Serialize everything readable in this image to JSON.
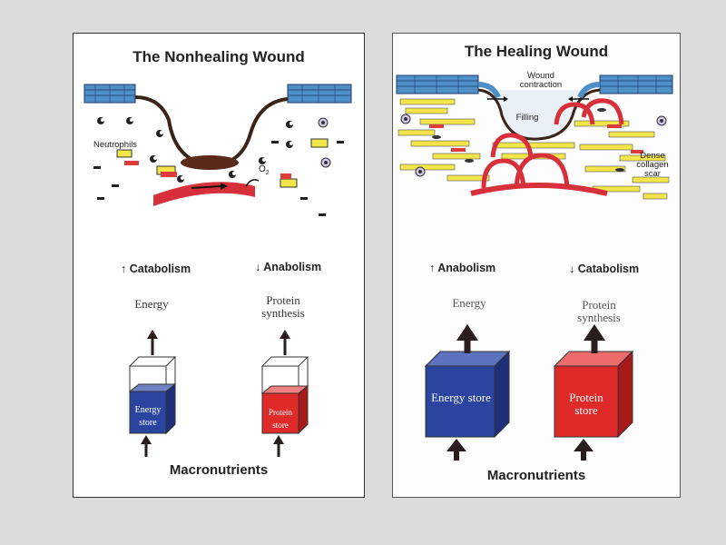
{
  "left": {
    "title": "The Nonhealing Wound",
    "neutrophils_label": "Neutrophils",
    "o2_label": "O",
    "o2_sub": "2",
    "catabolism_label": "Catabolism",
    "anabolism_label": "Anabolism",
    "catabolism_arrow": "↑",
    "anabolism_arrow": "↓",
    "energy_label": "Energy",
    "protein_label": "Protein synthesis",
    "energy_box": "Energy store",
    "protein_box": "Protein store",
    "macronutrients": "Macronutrients"
  },
  "right": {
    "title": "The Healing Wound",
    "wound_contraction": "Wound contraction",
    "filling": "Filling",
    "dense_scar": "Dense collagen scar",
    "anabolism_label": "Anabolism",
    "catabolism_label": "Catabolism",
    "anabolism_arrow": "↑",
    "catabolism_arrow": "↓",
    "energy_label": "Energy",
    "protein_label": "Protein synthesis",
    "energy_box": "Energy store",
    "protein_box": "Protein store",
    "macronutrients": "Macronutrients"
  },
  "colors": {
    "energy_blue": "#2a44a0",
    "protein_red": "#e02a2a",
    "tissue_blue": "#4f8fc8",
    "collagen_yellow": "#f2e64a",
    "vessel_red": "#d8303a"
  }
}
